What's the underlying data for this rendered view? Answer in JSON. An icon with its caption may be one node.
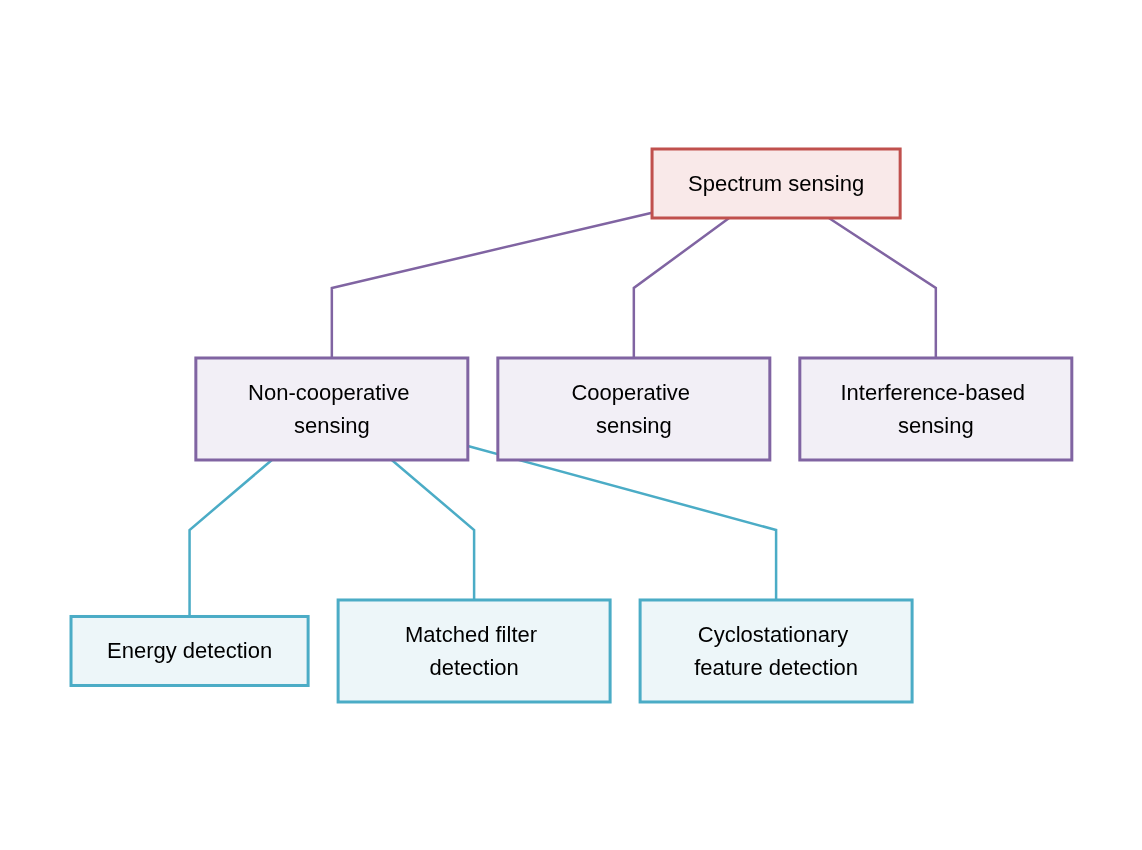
{
  "diagram": {
    "nodes": [
      {
        "text": [
          "Spectrum sensing"
        ]
      },
      {
        "text": [
          "Non-cooperative sensing"
        ]
      },
      {
        "text": [
          "Cooperative sensing"
        ]
      },
      {
        "text": [
          "Interference-based sensing"
        ]
      },
      {
        "text": [
          "Energy detection"
        ]
      },
      {
        "text": [
          "Matched filter detection"
        ]
      },
      {
        "text": [
          "Cyclostationary feature detection"
        ]
      }
    ],
    "edges": [
      {
        "from": 0,
        "to": 1,
        "arrow": "none",
        "color": "#8064a2"
      },
      {
        "from": 0,
        "to": 2,
        "arrow": "none",
        "color": "#8064a2"
      },
      {
        "from": 0,
        "to": 3,
        "arrow": "none",
        "color": "#8064a2"
      },
      {
        "from": 1,
        "to": 4,
        "arrow": "none",
        "color": "#4bacc6"
      },
      {
        "from": 1,
        "to": 5,
        "arrow": "none",
        "color": "#4bacc6"
      },
      {
        "from": 1,
        "to": 6,
        "arrow": "none",
        "color": "#4bacc6"
      }
    ]
  }
}
